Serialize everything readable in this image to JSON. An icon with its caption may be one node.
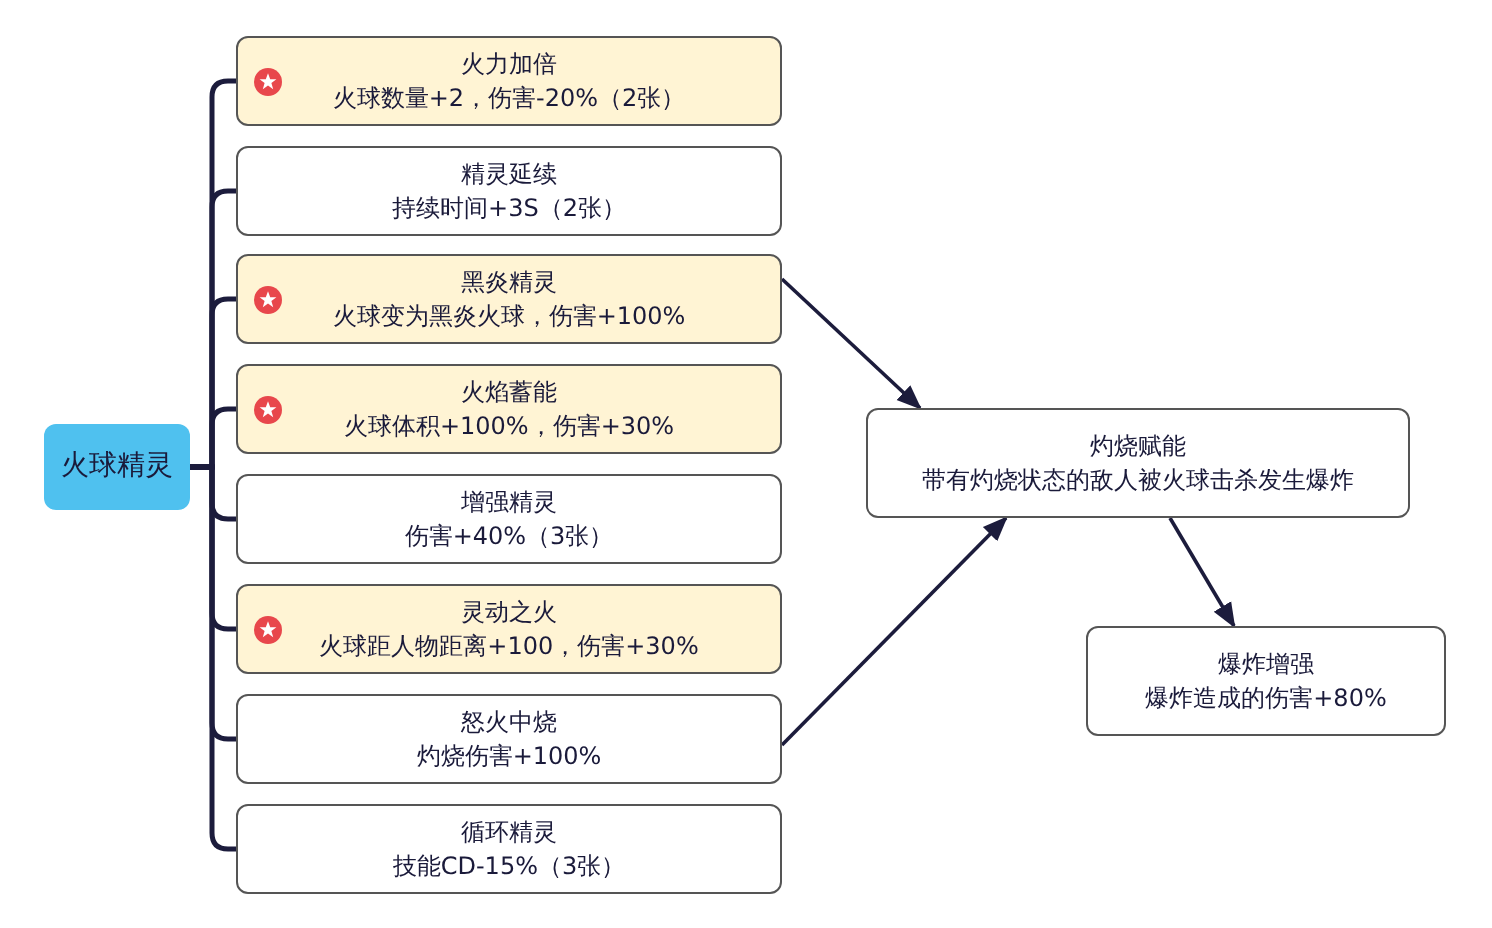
{
  "diagram": {
    "nodes": [
      {
        "text": [
          "火球精灵"
        ]
      },
      {
        "text": [
          "火力加倍",
          "火球数量+2，伤害-20%（2张）"
        ]
      },
      {
        "text": [
          "精灵延续",
          "持续时间+3S（2张）"
        ]
      },
      {
        "text": [
          "黑炎精灵",
          "火球变为黑炎火球，伤害+100%"
        ]
      },
      {
        "text": [
          "火焰蓄能",
          "火球体积+100%，伤害+30%"
        ]
      },
      {
        "text": [
          "增强精灵",
          "伤害+40%（3张）"
        ]
      },
      {
        "text": [
          "灵动之火",
          "火球距人物距离+100，伤害+30%"
        ]
      },
      {
        "text": [
          "怒火中烧",
          "灼烧伤害+100%"
        ]
      },
      {
        "text": [
          "循环精灵",
          "技能CD-15%（3张）"
        ]
      },
      {
        "text": [
          "灼烧赋能",
          "带有灼烧状态的敌人被火球击杀发生爆炸"
        ]
      },
      {
        "text": [
          "爆炸增强",
          "爆炸造成的伤害+80%"
        ]
      }
    ],
    "edges": [
      {
        "from": 0,
        "to": 1,
        "arrow": "none"
      },
      {
        "from": 0,
        "to": 2,
        "arrow": "none"
      },
      {
        "from": 0,
        "to": 3,
        "arrow": "none"
      },
      {
        "from": 0,
        "to": 4,
        "arrow": "none"
      },
      {
        "from": 0,
        "to": 5,
        "arrow": "none"
      },
      {
        "from": 0,
        "to": 6,
        "arrow": "none"
      },
      {
        "from": 0,
        "to": 7,
        "arrow": "none"
      },
      {
        "from": 0,
        "to": 8,
        "arrow": "none"
      },
      {
        "from": 3,
        "to": 9,
        "arrow": "to"
      },
      {
        "from": 7,
        "to": 9,
        "arrow": "to"
      },
      {
        "from": 9,
        "to": 10,
        "arrow": "to"
      }
    ]
  }
}
